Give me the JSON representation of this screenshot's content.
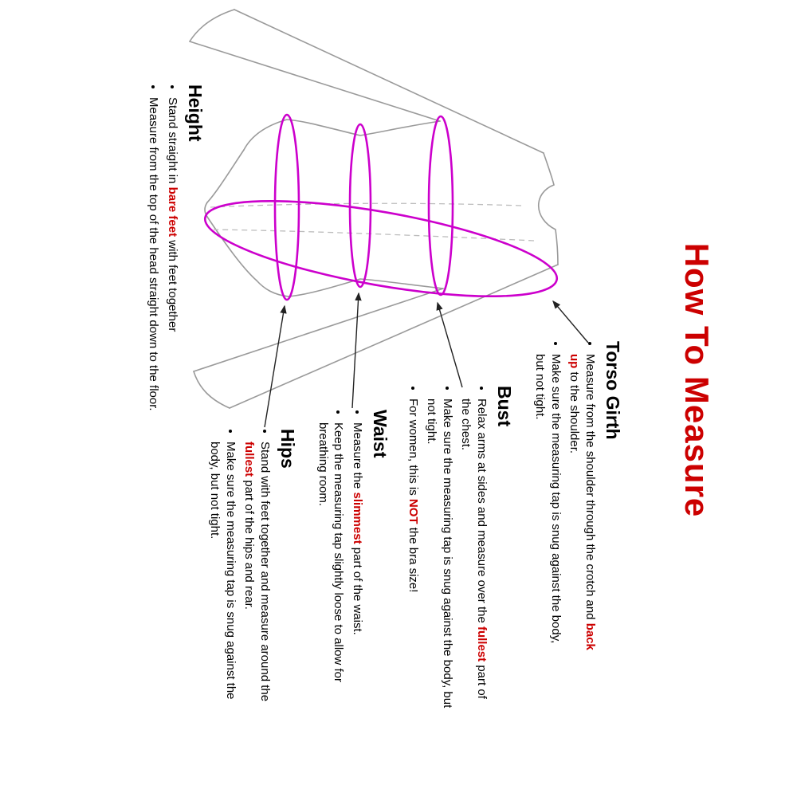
{
  "title": "How To Measure",
  "colors": {
    "accent_red": "#cc0000",
    "measure_line_magenta": "#cc00cc",
    "garment_outline_gray": "#9a9a9a"
  },
  "figure": {
    "description": "long-sleeve leotard outline with magenta measuring lines",
    "measure_lines": [
      "torso-girth-loop",
      "bust-ellipse",
      "waist-ellipse",
      "hips-ellipse"
    ]
  },
  "sections": [
    {
      "id": "torso_girth",
      "heading": "Torso Girth",
      "bullets": [
        [
          {
            "t": "Measure from the shoulder through the crotch and "
          },
          {
            "t": "back up",
            "red": true
          },
          {
            "t": " to the shoulder."
          }
        ],
        [
          {
            "t": "Make sure the measuring tap is snug against the body, but not tight."
          }
        ]
      ]
    },
    {
      "id": "bust",
      "heading": "Bust",
      "bullets": [
        [
          {
            "t": "Relax arms at sides and measure over the "
          },
          {
            "t": "fullest",
            "red": true
          },
          {
            "t": " part of the chest."
          }
        ],
        [
          {
            "t": "Make sure the measuring tap is snug against the body, but not tight."
          }
        ],
        [
          {
            "t": "For women, this is "
          },
          {
            "t": "NOT",
            "red": true
          },
          {
            "t": " the bra size!"
          }
        ]
      ]
    },
    {
      "id": "waist",
      "heading": "Waist",
      "bullets": [
        [
          {
            "t": "Measure the "
          },
          {
            "t": "slimmest",
            "red": true
          },
          {
            "t": " part of the waist."
          }
        ],
        [
          {
            "t": "Keep the measuring tap slightly loose to allow for breathing room."
          }
        ]
      ]
    },
    {
      "id": "hips",
      "heading": "Hips",
      "bullets": [
        [
          {
            "t": "Stand with feet together and measure around the "
          },
          {
            "t": "fullest",
            "red": true
          },
          {
            "t": " part of the hips and rear."
          }
        ],
        [
          {
            "t": "Make sure the measuring tap is snug against the body, but not tight."
          }
        ]
      ]
    },
    {
      "id": "height",
      "heading": "Height",
      "bullets": [
        [
          {
            "t": "Stand straight in "
          },
          {
            "t": "bare feet",
            "red": true
          },
          {
            "t": " with feet together"
          }
        ],
        [
          {
            "t": "Measure from the top of the head straight down to the floor."
          }
        ]
      ]
    }
  ]
}
